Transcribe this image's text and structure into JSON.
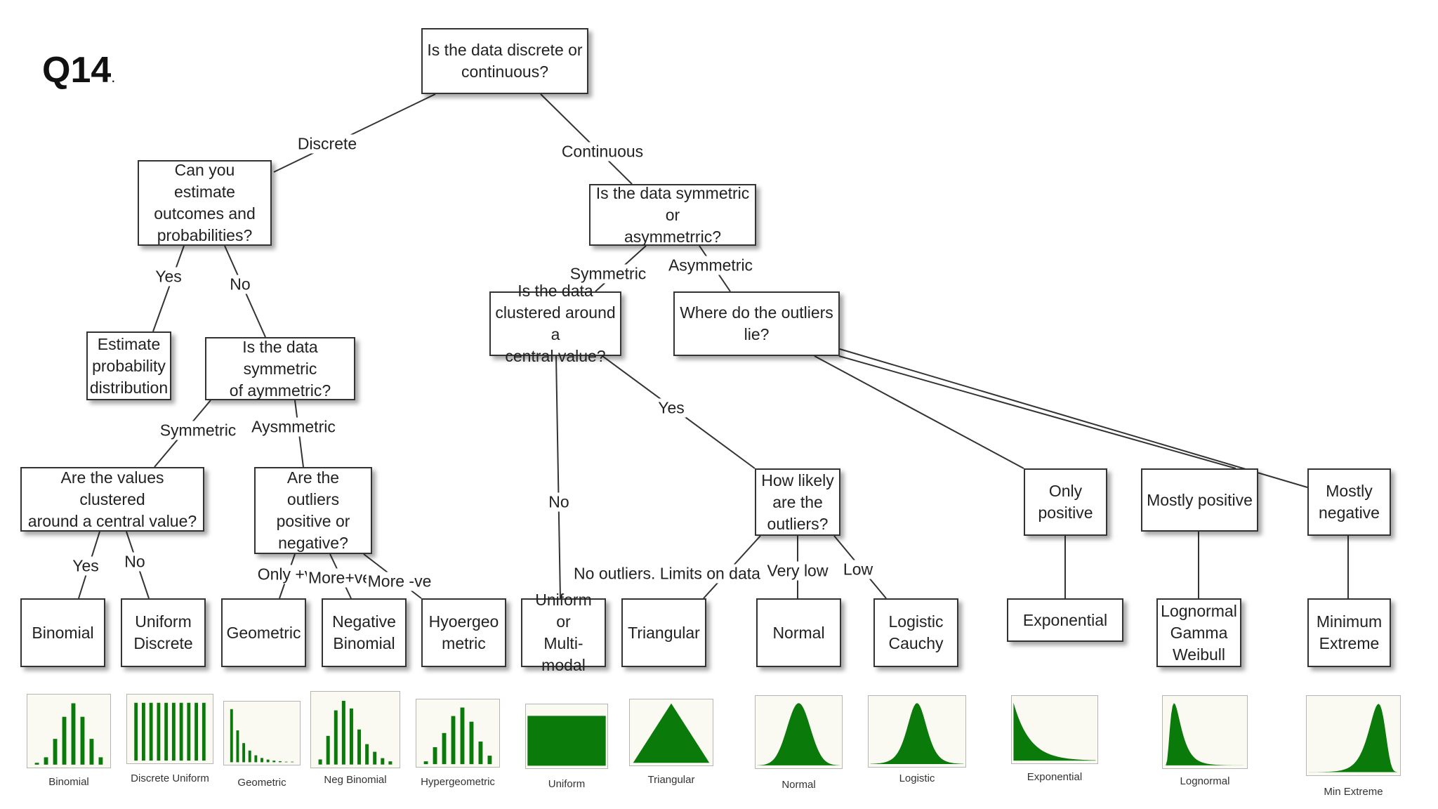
{
  "title": "Q14",
  "title_suffix": ".",
  "colors": {
    "curve": "#0a7a0a",
    "box_border": "#333333",
    "thumb_bg": "#fbfaf2"
  },
  "nodes": {
    "root": "Is the data discrete or\ncontinuous?",
    "estimate_q": "Can you estimate\noutcomes and\nprobabilities?",
    "estimate_dist": "Estimate\nprobability\ndistribution",
    "disc_sym_q": "Is the data symmetric\nof aymmetric?",
    "disc_clustered_q": "Are the values clustered\naround a central value?",
    "disc_outliers_q": "Are the outliers\npositive or\nnegative?",
    "cont_sym_q": "Is the data symmetric or\nasymmetrric?",
    "cont_clustered_q": "Is the data\nclustered around a\ncentral value?",
    "cont_outliers_q": "Where do the outliers\nlie?",
    "outlier_likely_q": "How likely\nare the\noutliers?",
    "only_positive": "Only\npositive",
    "mostly_positive": "Mostly positive",
    "mostly_negative": "Mostly\nnegative",
    "binomial": "Binomial",
    "uniform_discrete": "Uniform\nDiscrete",
    "geometric": "Geometric",
    "neg_binomial": "Negative\nBinomial",
    "hypergeometric": "Hyoergeo\nmetric",
    "uniform_multimodal": "Uniform or\nMulti-\nmodal",
    "triangular": "Triangular",
    "normal": "Normal",
    "logistic_cauchy": "Logistic\nCauchy",
    "exponential": "Exponential",
    "lognormal_gamma_weibull": "Lognormal\nGamma\nWeibull",
    "minimum_extreme": "Minimum\nExtreme"
  },
  "edge_labels": {
    "discrete": "Discrete",
    "continuous": "Continuous",
    "yes_estimate": "Yes",
    "no_estimate": "No",
    "symmetric_disc": "Symmetric",
    "asymmetric_disc": "Aysmmetric",
    "yes_clustered": "Yes",
    "no_clustered": "No",
    "only_pos": "Only +v",
    "more_pos": "More+ve",
    "more_neg": "More -ve",
    "symmetric_cont": "Symmetric",
    "asymmetric_cont": "Asymmetric",
    "no_cont_clustered": "No",
    "yes_cont_clustered": "Yes",
    "no_outliers": "No outliers. Limits on data",
    "very_low": "Very low",
    "low": "Low"
  },
  "thumbnails": [
    {
      "key": "binomial",
      "label": "Binomial",
      "shape": "bars",
      "values": [
        0.03,
        0.12,
        0.42,
        0.78,
        1.0,
        0.78,
        0.42,
        0.12
      ]
    },
    {
      "key": "discrete_uniform",
      "label": "Discrete Uniform",
      "shape": "bars",
      "values": [
        1,
        1,
        1,
        1,
        1,
        1,
        1,
        1,
        1,
        1
      ]
    },
    {
      "key": "geometric",
      "label": "Geometric",
      "shape": "bars",
      "values": [
        1.0,
        0.6,
        0.36,
        0.22,
        0.13,
        0.08,
        0.05,
        0.03,
        0.02,
        0.01,
        0.01
      ]
    },
    {
      "key": "neg_binomial",
      "label": "Neg Binomial",
      "shape": "bars",
      "values": [
        0.08,
        0.45,
        0.85,
        1.0,
        0.88,
        0.55,
        0.32,
        0.2,
        0.1,
        0.05
      ]
    },
    {
      "key": "hypergeometric",
      "label": "Hypergeometric",
      "shape": "bars",
      "values": [
        0.05,
        0.3,
        0.55,
        0.85,
        1.0,
        0.75,
        0.4,
        0.15
      ]
    },
    {
      "key": "uniform",
      "label": "Uniform",
      "shape": "uniform"
    },
    {
      "key": "triangular",
      "label": "Triangular",
      "shape": "triangle"
    },
    {
      "key": "normal",
      "label": "Normal",
      "shape": "normal"
    },
    {
      "key": "logistic",
      "label": "Logistic",
      "shape": "logistic"
    },
    {
      "key": "exponential",
      "label": "Exponential",
      "shape": "exponential"
    },
    {
      "key": "lognormal",
      "label": "Lognormal",
      "shape": "lognormal"
    },
    {
      "key": "min_extreme",
      "label": "Min Extreme",
      "shape": "minextreme"
    }
  ]
}
